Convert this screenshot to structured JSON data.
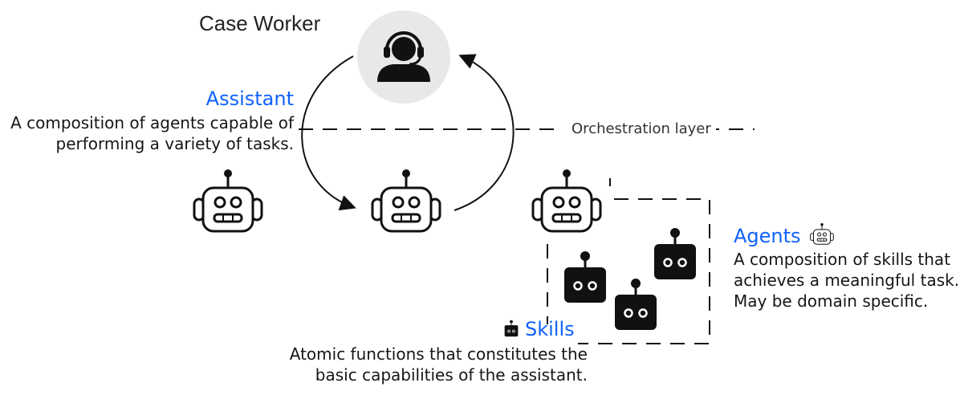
{
  "case_worker": {
    "label": "Case Worker",
    "icon": "headset-person-icon"
  },
  "assistant": {
    "title": "Assistant",
    "description_line1": "A composition of agents capable of",
    "description_line2": "performing a variety of tasks."
  },
  "orchestration": {
    "label": "Orchestration layer"
  },
  "agents": {
    "title": "Agents",
    "icon": "robot-outline-icon",
    "description_line1": "A composition of skills that",
    "description_line2": "achieves a meaningful task.",
    "description_line3": "May be domain specific."
  },
  "skills": {
    "title": "Skills",
    "icon": "robot-filled-icon",
    "description_line1": "Atomic functions that constitutes the",
    "description_line2": "basic capabilities of the assistant."
  },
  "colors": {
    "accent": "#0f62fe",
    "text": "#161616",
    "avatar_bg": "#e8e8e8"
  }
}
